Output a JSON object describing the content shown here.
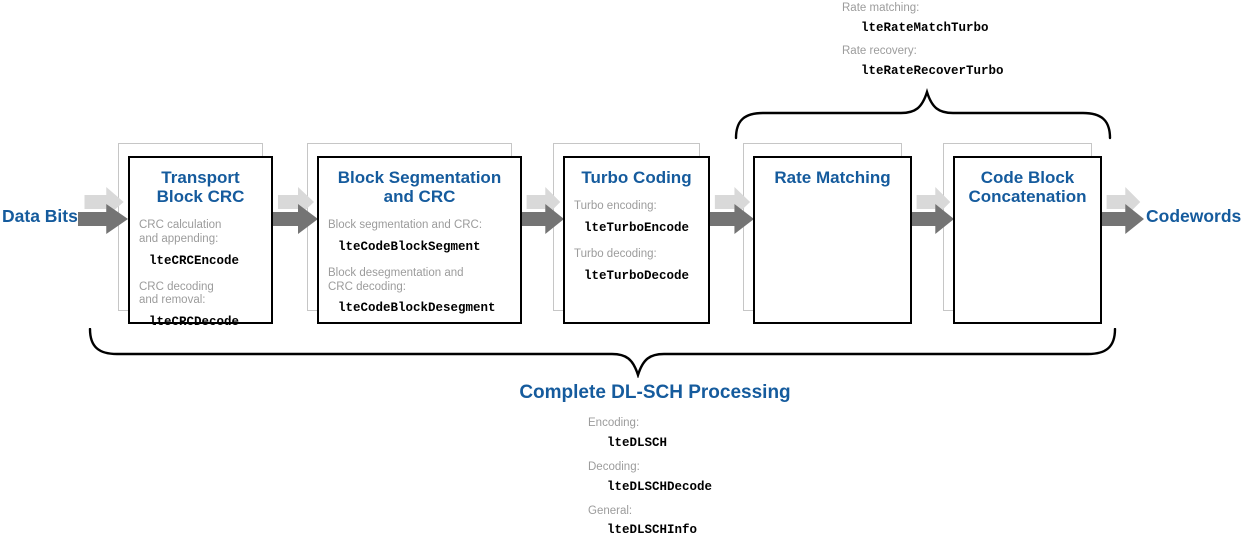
{
  "diagram_title": "Complete DL-SCH Processing",
  "input_label": "Data Bits",
  "output_label": "Codewords",
  "top_annotation": {
    "items": [
      {
        "label": "Rate matching:",
        "code": "lteRateMatchTurbo"
      },
      {
        "label": "Rate recovery:",
        "code": "lteRateRecoverTurbo"
      }
    ]
  },
  "blocks": [
    {
      "title": "Transport\nBlock CRC",
      "items": [
        {
          "label": "CRC calculation\nand appending:",
          "code": "lteCRCEncode"
        },
        {
          "label": "CRC decoding\nand removal:",
          "code": "lteCRCDecode"
        }
      ]
    },
    {
      "title": "Block Segmentation\nand CRC",
      "items": [
        {
          "label": "Block segmentation and CRC:",
          "code": "lteCodeBlockSegment"
        },
        {
          "label": "Block desegmentation and\nCRC decoding:",
          "code": "lteCodeBlockDesegment"
        }
      ]
    },
    {
      "title": "Turbo Coding",
      "items": [
        {
          "label": "Turbo encoding:",
          "code": "lteTurboEncode"
        },
        {
          "label": "Turbo decoding:",
          "code": "lteTurboDecode"
        }
      ]
    },
    {
      "title": "Rate Matching",
      "items": []
    },
    {
      "title": "Code Block\nConcatenation",
      "items": []
    }
  ],
  "bottom_annotation": {
    "title": "Complete DL-SCH Processing",
    "items": [
      {
        "label": "Encoding:",
        "code": "lteDLSCH"
      },
      {
        "label": "Decoding:",
        "code": "lteDLSCHDecode"
      },
      {
        "label": "General:",
        "code": "lteDLSCHInfo"
      }
    ]
  },
  "colors": {
    "heading_blue": "#155B9D",
    "label_gray": "#9c9c9c",
    "arrow_light": "#d9d9d9",
    "arrow_dark": "#747474",
    "shadow_border": "#c6c6c6",
    "box_border": "#000000"
  }
}
